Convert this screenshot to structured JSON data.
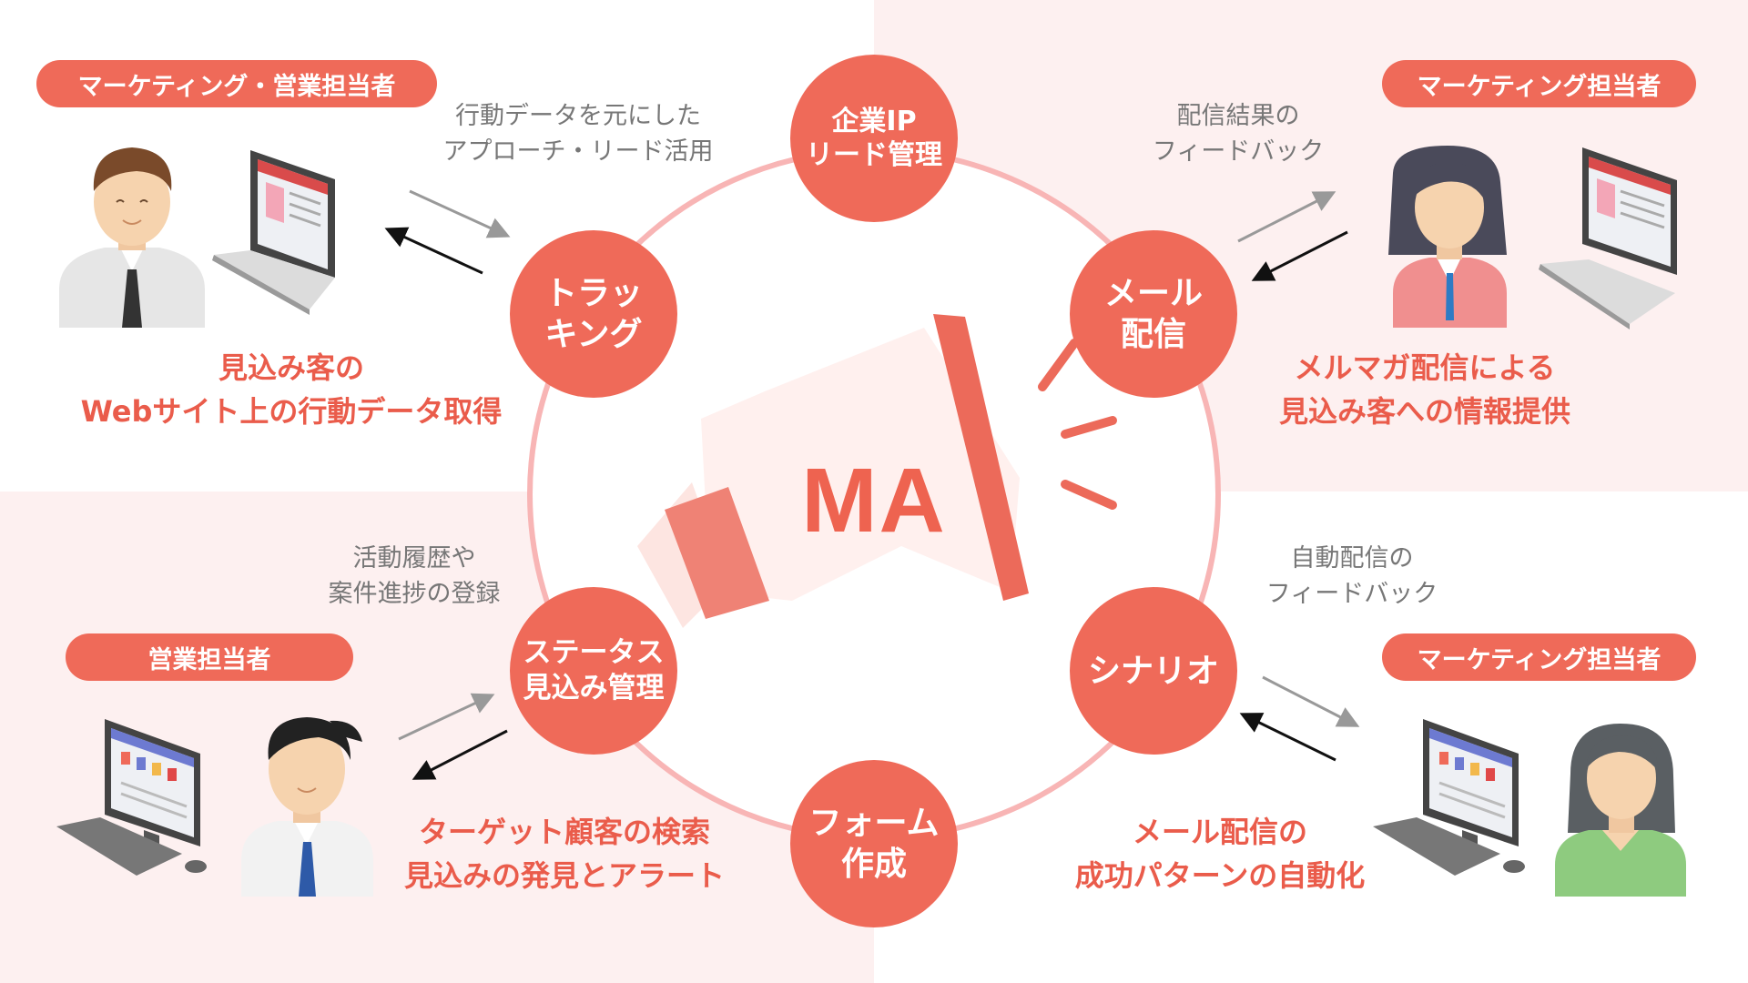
{
  "colors": {
    "accent": "#ef6a59",
    "accent_text": "#ea5c4b",
    "ring": "#f8b5b5",
    "bg_pink": "#fdf0f0",
    "gray_text": "#777777"
  },
  "center": {
    "label": "MA",
    "icon": "megaphone-icon"
  },
  "nodes": {
    "lead": [
      "企業IP",
      "リード管理"
    ],
    "tracking": [
      "トラッ",
      "キング"
    ],
    "mail": [
      "メール",
      "配信"
    ],
    "status": [
      "ステータス",
      "見込み管理"
    ],
    "scenario": [
      "シナリオ"
    ],
    "form": [
      "フォーム",
      "作成"
    ]
  },
  "roles": {
    "top_left": "マーケティング・営業担当者",
    "top_right": "マーケティング担当者",
    "bottom_left": "営業担当者",
    "bottom_right": "マーケティング担当者"
  },
  "flows": {
    "top_left": [
      "行動データを元にした",
      "アプローチ・リード活用"
    ],
    "top_right": [
      "配信結果の",
      "フィードバック"
    ],
    "bottom_left": [
      "活動履歴や",
      "案件進捗の登録"
    ],
    "bottom_right": [
      "自動配信の",
      "フィードバック"
    ]
  },
  "descriptions": {
    "top_left": [
      "見込み客の",
      "Webサイト上の行動データ取得"
    ],
    "top_right": [
      "メルマガ配信による",
      "見込み客への情報提供"
    ],
    "bottom_left": [
      "ターゲット顧客の検索",
      "見込みの発見とアラート"
    ],
    "bottom_right": [
      "メール配信の",
      "成功パターンの自動化"
    ]
  }
}
